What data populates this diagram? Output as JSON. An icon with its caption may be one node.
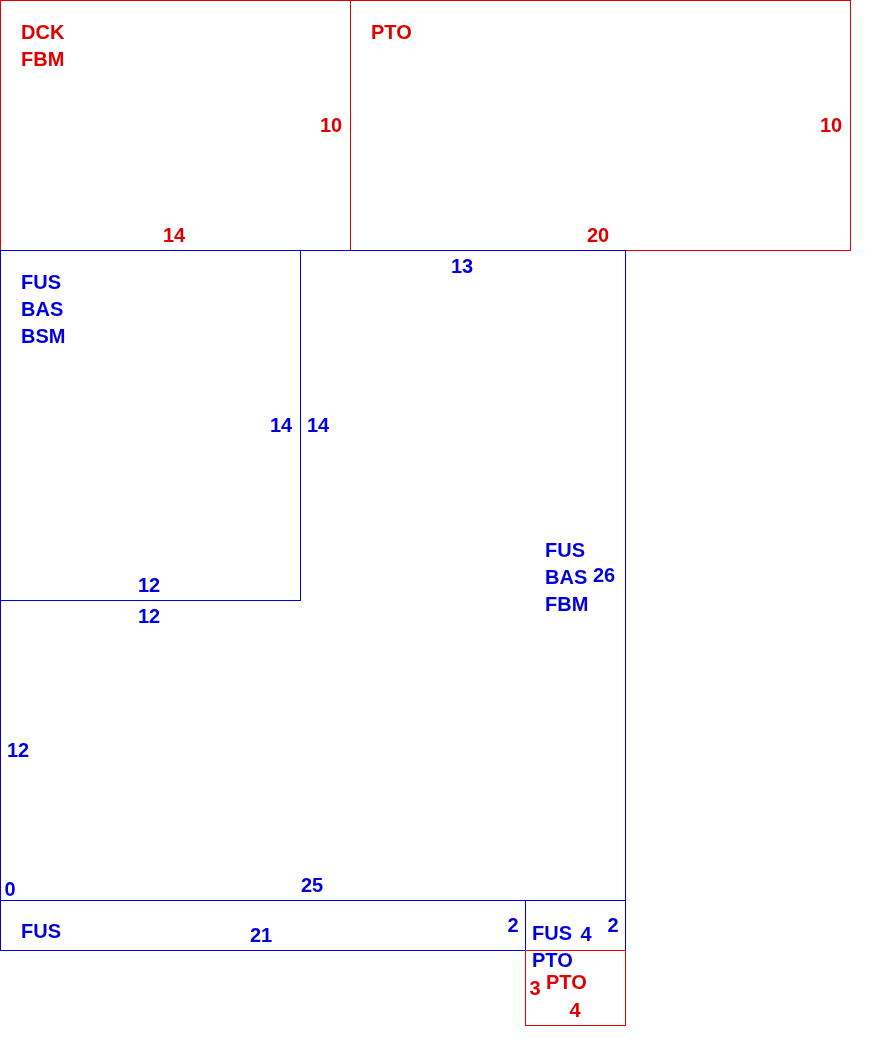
{
  "diagram": {
    "nodes": [
      {
        "text": [
          "DCK FBM"
        ]
      },
      {
        "text": [
          "PTO"
        ]
      },
      {
        "text": [
          "FUS BAS BSM"
        ]
      },
      {
        "text": [
          "FUS BAS FBM"
        ]
      },
      {
        "text": [
          "FUS"
        ]
      },
      {
        "text": [
          "FUS PTO"
        ]
      },
      {
        "text": [
          "PTO"
        ]
      }
    ],
    "labels": [
      "10",
      "10",
      "14",
      "20",
      "13",
      "14",
      "14",
      "26",
      "12",
      "12",
      "12",
      "0",
      "25",
      "21",
      "2",
      "4",
      "2",
      "3",
      "4"
    ]
  }
}
